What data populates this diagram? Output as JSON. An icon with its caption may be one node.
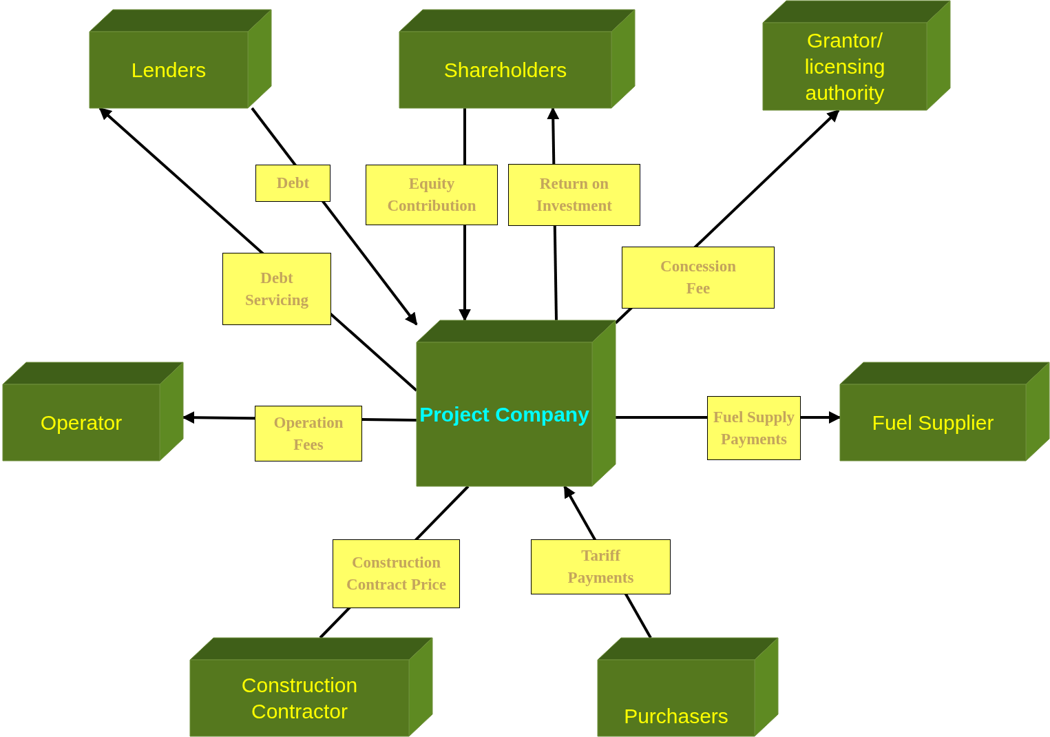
{
  "diagram": {
    "nodes": [
      {
        "text": [
          "Lenders"
        ]
      },
      {
        "text": [
          "Shareholders"
        ]
      },
      {
        "text": [
          "Grantor/ licensing authority"
        ]
      },
      {
        "text": [
          "Operator"
        ]
      },
      {
        "text": [
          "Project Company"
        ]
      },
      {
        "text": [
          "Fuel Supplier"
        ]
      },
      {
        "text": [
          "Construction Contractor"
        ]
      },
      {
        "text": [
          "Purchasers"
        ]
      }
    ],
    "edges": [
      {
        "from": 0,
        "to": 4,
        "arrow": "to",
        "label": "Debt"
      },
      {
        "from": 4,
        "to": 0,
        "arrow": "to",
        "label": "Debt Servicing"
      },
      {
        "from": 1,
        "to": 4,
        "arrow": "to",
        "label": "Equity Contribution"
      },
      {
        "from": 4,
        "to": 1,
        "arrow": "to",
        "label": "Return on Investment"
      },
      {
        "from": 4,
        "to": 2,
        "arrow": "to",
        "label": "Concession Fee"
      },
      {
        "from": 4,
        "to": 3,
        "arrow": "to",
        "label": "Operation Fees"
      },
      {
        "from": 4,
        "to": 5,
        "arrow": "to",
        "label": "Fuel Supply Payments"
      },
      {
        "from": 4,
        "to": 6,
        "arrow": "none",
        "label": "Construction Contract Price"
      },
      {
        "from": 7,
        "to": 4,
        "arrow": "to",
        "label": "Tariff Payments"
      }
    ]
  }
}
